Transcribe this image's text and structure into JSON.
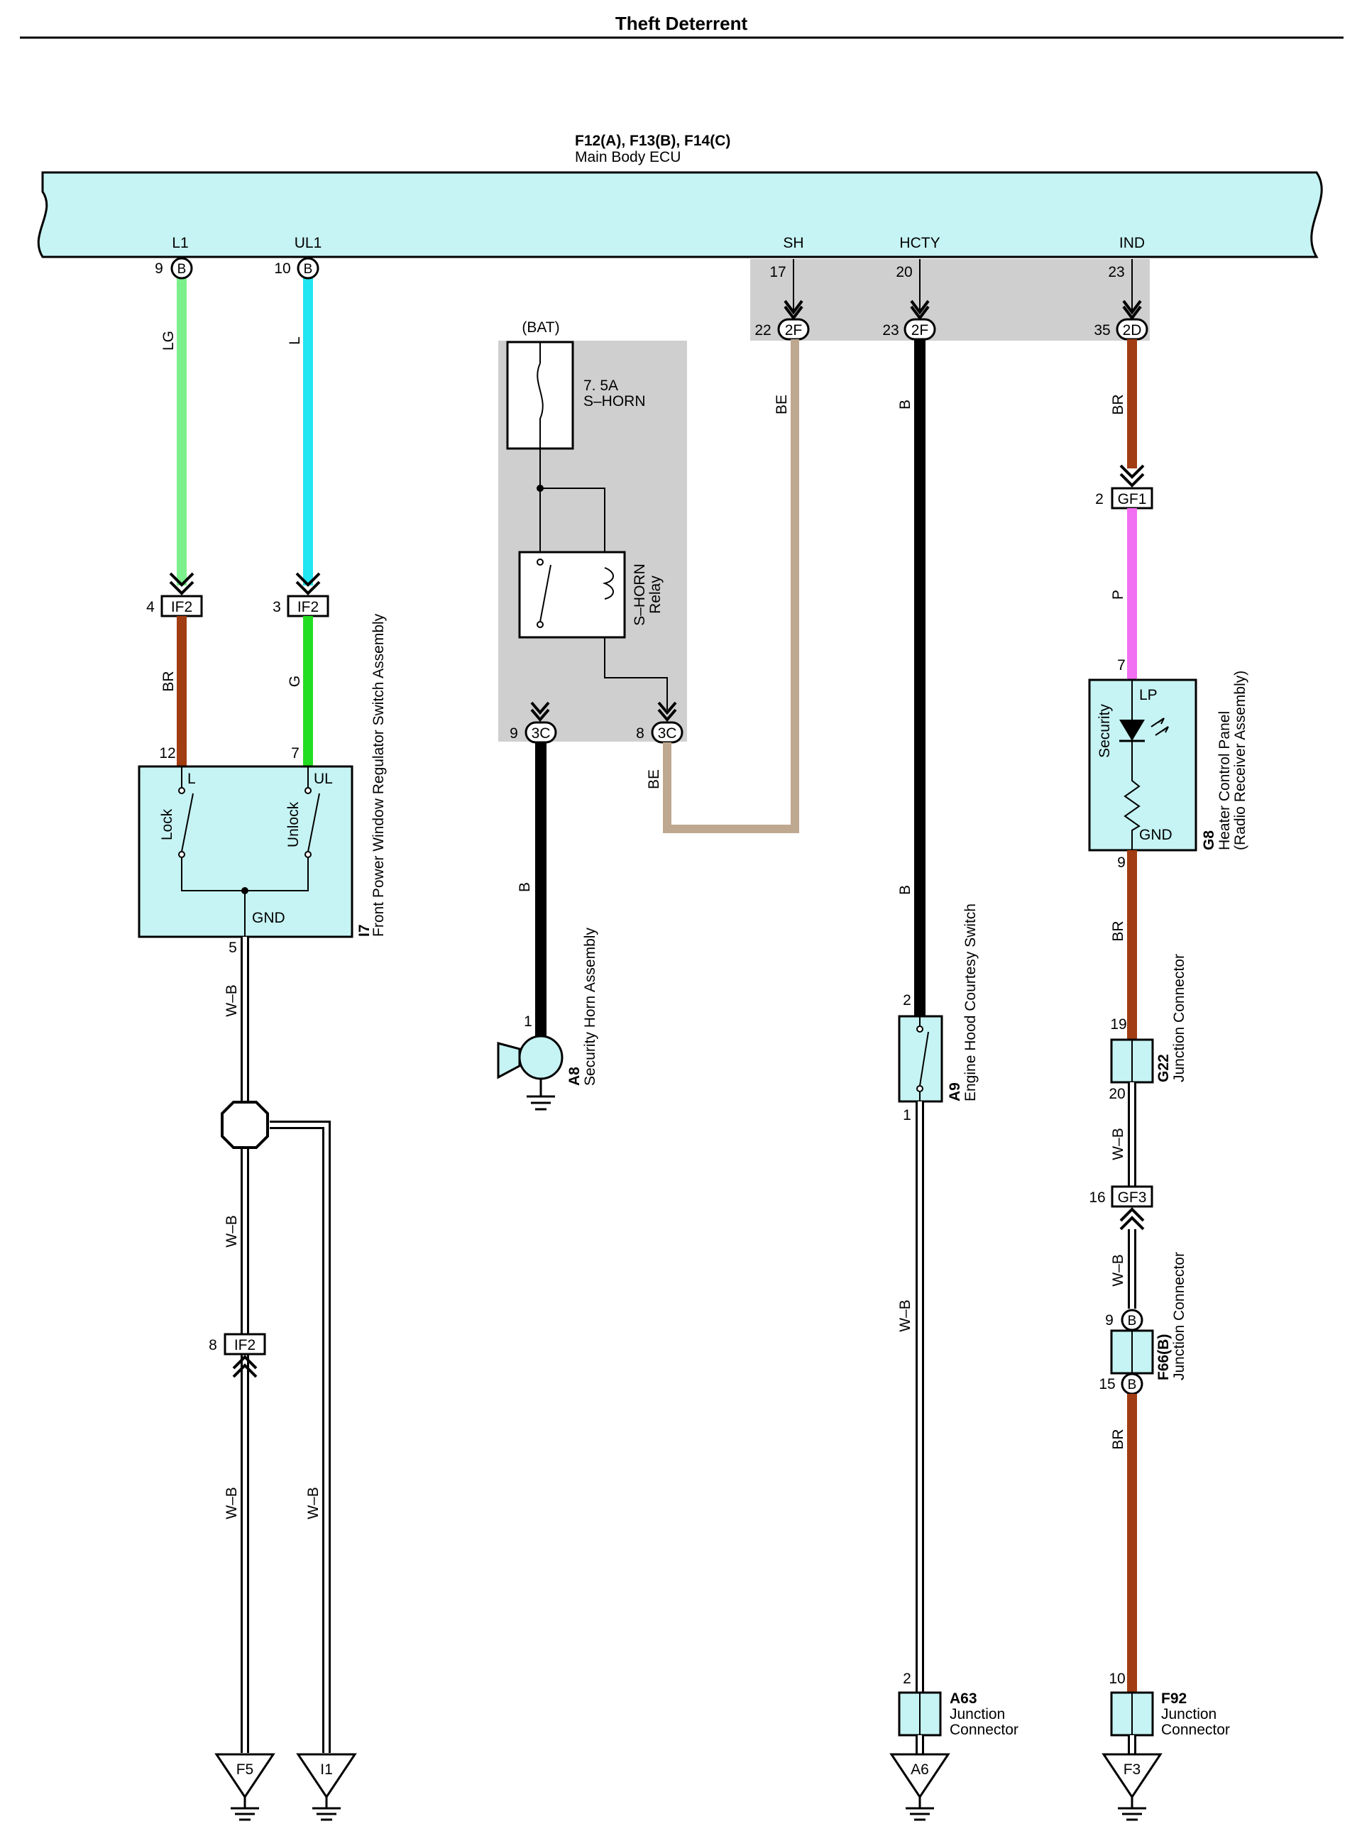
{
  "title": "Theft Deterrent",
  "colors": {
    "LG": "#7cf08c",
    "L": "#22e6f2",
    "BR": "#a23c12",
    "G": "#22dd22",
    "BE": "#bfa890",
    "B": "#000000",
    "P": "#f26ef2",
    "component_fill": "#c6f3f3",
    "ecu_fill": "#c6f3f3",
    "shade": "#cfcfcf"
  },
  "ecu": {
    "code": "F12(A), F13(B), F14(C)",
    "name": "Main Body ECU",
    "terminals": [
      {
        "name": "L1",
        "pin": "9",
        "connector": "B"
      },
      {
        "name": "UL1",
        "pin": "10",
        "connector": "B"
      },
      {
        "name": "SH",
        "pin": "17"
      },
      {
        "name": "HCTY",
        "pin": "20"
      },
      {
        "name": "IND",
        "pin": "23"
      }
    ]
  },
  "junction_2": {
    "sh": {
      "pin": "22",
      "conn": "2F"
    },
    "hcty": {
      "pin": "23",
      "conn": "2F"
    },
    "ind": {
      "pin": "35",
      "conn": "2D"
    }
  },
  "wires": {
    "lg": "LG",
    "l": "L",
    "br1": "BR",
    "g": "G",
    "be1": "BE",
    "be2": "BE",
    "b1": "B",
    "b2": "B",
    "br2": "BR",
    "p": "P",
    "br3": "BR",
    "wb1": "W–B",
    "wb2": "W–B",
    "wb3": "W–B",
    "wb4": "W–B",
    "wb5": "W–B",
    "wb6": "W–B",
    "wb7": "W–B",
    "br4": "BR"
  },
  "connectors": {
    "if2_a": {
      "pin": "4",
      "label": "IF2"
    },
    "if2_b": {
      "pin": "3",
      "label": "IF2"
    },
    "if2_c": {
      "pin": "8",
      "label": "IF2"
    },
    "gf1": {
      "pin": "2",
      "label": "GF1"
    },
    "gf3": {
      "pin": "16",
      "label": "GF3"
    },
    "c3_9": {
      "pin": "9",
      "label": "3C"
    },
    "c3_8": {
      "pin": "8",
      "label": "3C"
    }
  },
  "relay_block": {
    "bat": "(BAT)",
    "fuse_rating": "7. 5A",
    "fuse_name": "S–HORN",
    "relay_line1": "S–HORN",
    "relay_line2": "Relay"
  },
  "i7": {
    "code": "I7",
    "name": "Front Power Window Regulator Switch Assembly",
    "pin_l": "12",
    "pin_ul": "7",
    "pin_gnd": "5",
    "t_l": "L",
    "t_ul": "UL",
    "t_gnd": "GND",
    "sw_lock": "Lock",
    "sw_unlock": "Unlock"
  },
  "a8": {
    "code": "A8",
    "name": "Security Horn Assembly",
    "pin": "1"
  },
  "a9": {
    "code": "A9",
    "name": "Engine Hood Courtesy Switch",
    "pin_top": "2",
    "pin_bottom": "1"
  },
  "g8": {
    "code": "G8",
    "name": "Heater Control Panel",
    "name2": "(Radio Receiver Assembly)",
    "pin_in": "7",
    "pin_out": "9",
    "lp": "LP",
    "gnd": "GND",
    "security": "Security"
  },
  "g22": {
    "code": "G22",
    "name": "Junction Connector",
    "pin_top": "19",
    "pin_bottom": "20"
  },
  "f66": {
    "code": "F66(B)",
    "name": "Junction Connector",
    "pin_top": "9",
    "pin_bottom": "15",
    "conn": "B"
  },
  "a63": {
    "code": "A63",
    "line1": "Junction",
    "line2": "Connector",
    "pin": "2"
  },
  "f92": {
    "code": "F92",
    "line1": "Junction",
    "line2": "Connector",
    "pin": "10"
  },
  "grounds": {
    "f5": "F5",
    "i1": "I1",
    "a6": "A6",
    "f3": "F3"
  }
}
